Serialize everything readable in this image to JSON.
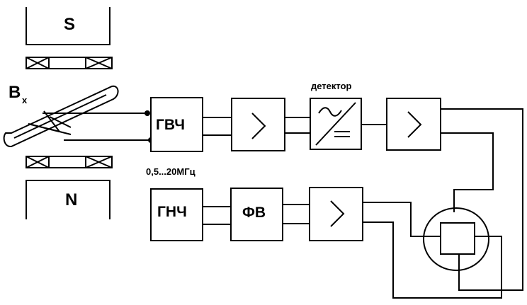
{
  "magnet": {
    "top_pole": "S",
    "bottom_pole": "N"
  },
  "field": {
    "symbol": "B",
    "subscript": "x"
  },
  "blocks": {
    "hf_generator": "ГВЧ",
    "lf_generator": "ГНЧ",
    "phase_shifter": "ФВ"
  },
  "labels": {
    "detector": "детектор",
    "frequency_range": "0,5...20МГц"
  }
}
